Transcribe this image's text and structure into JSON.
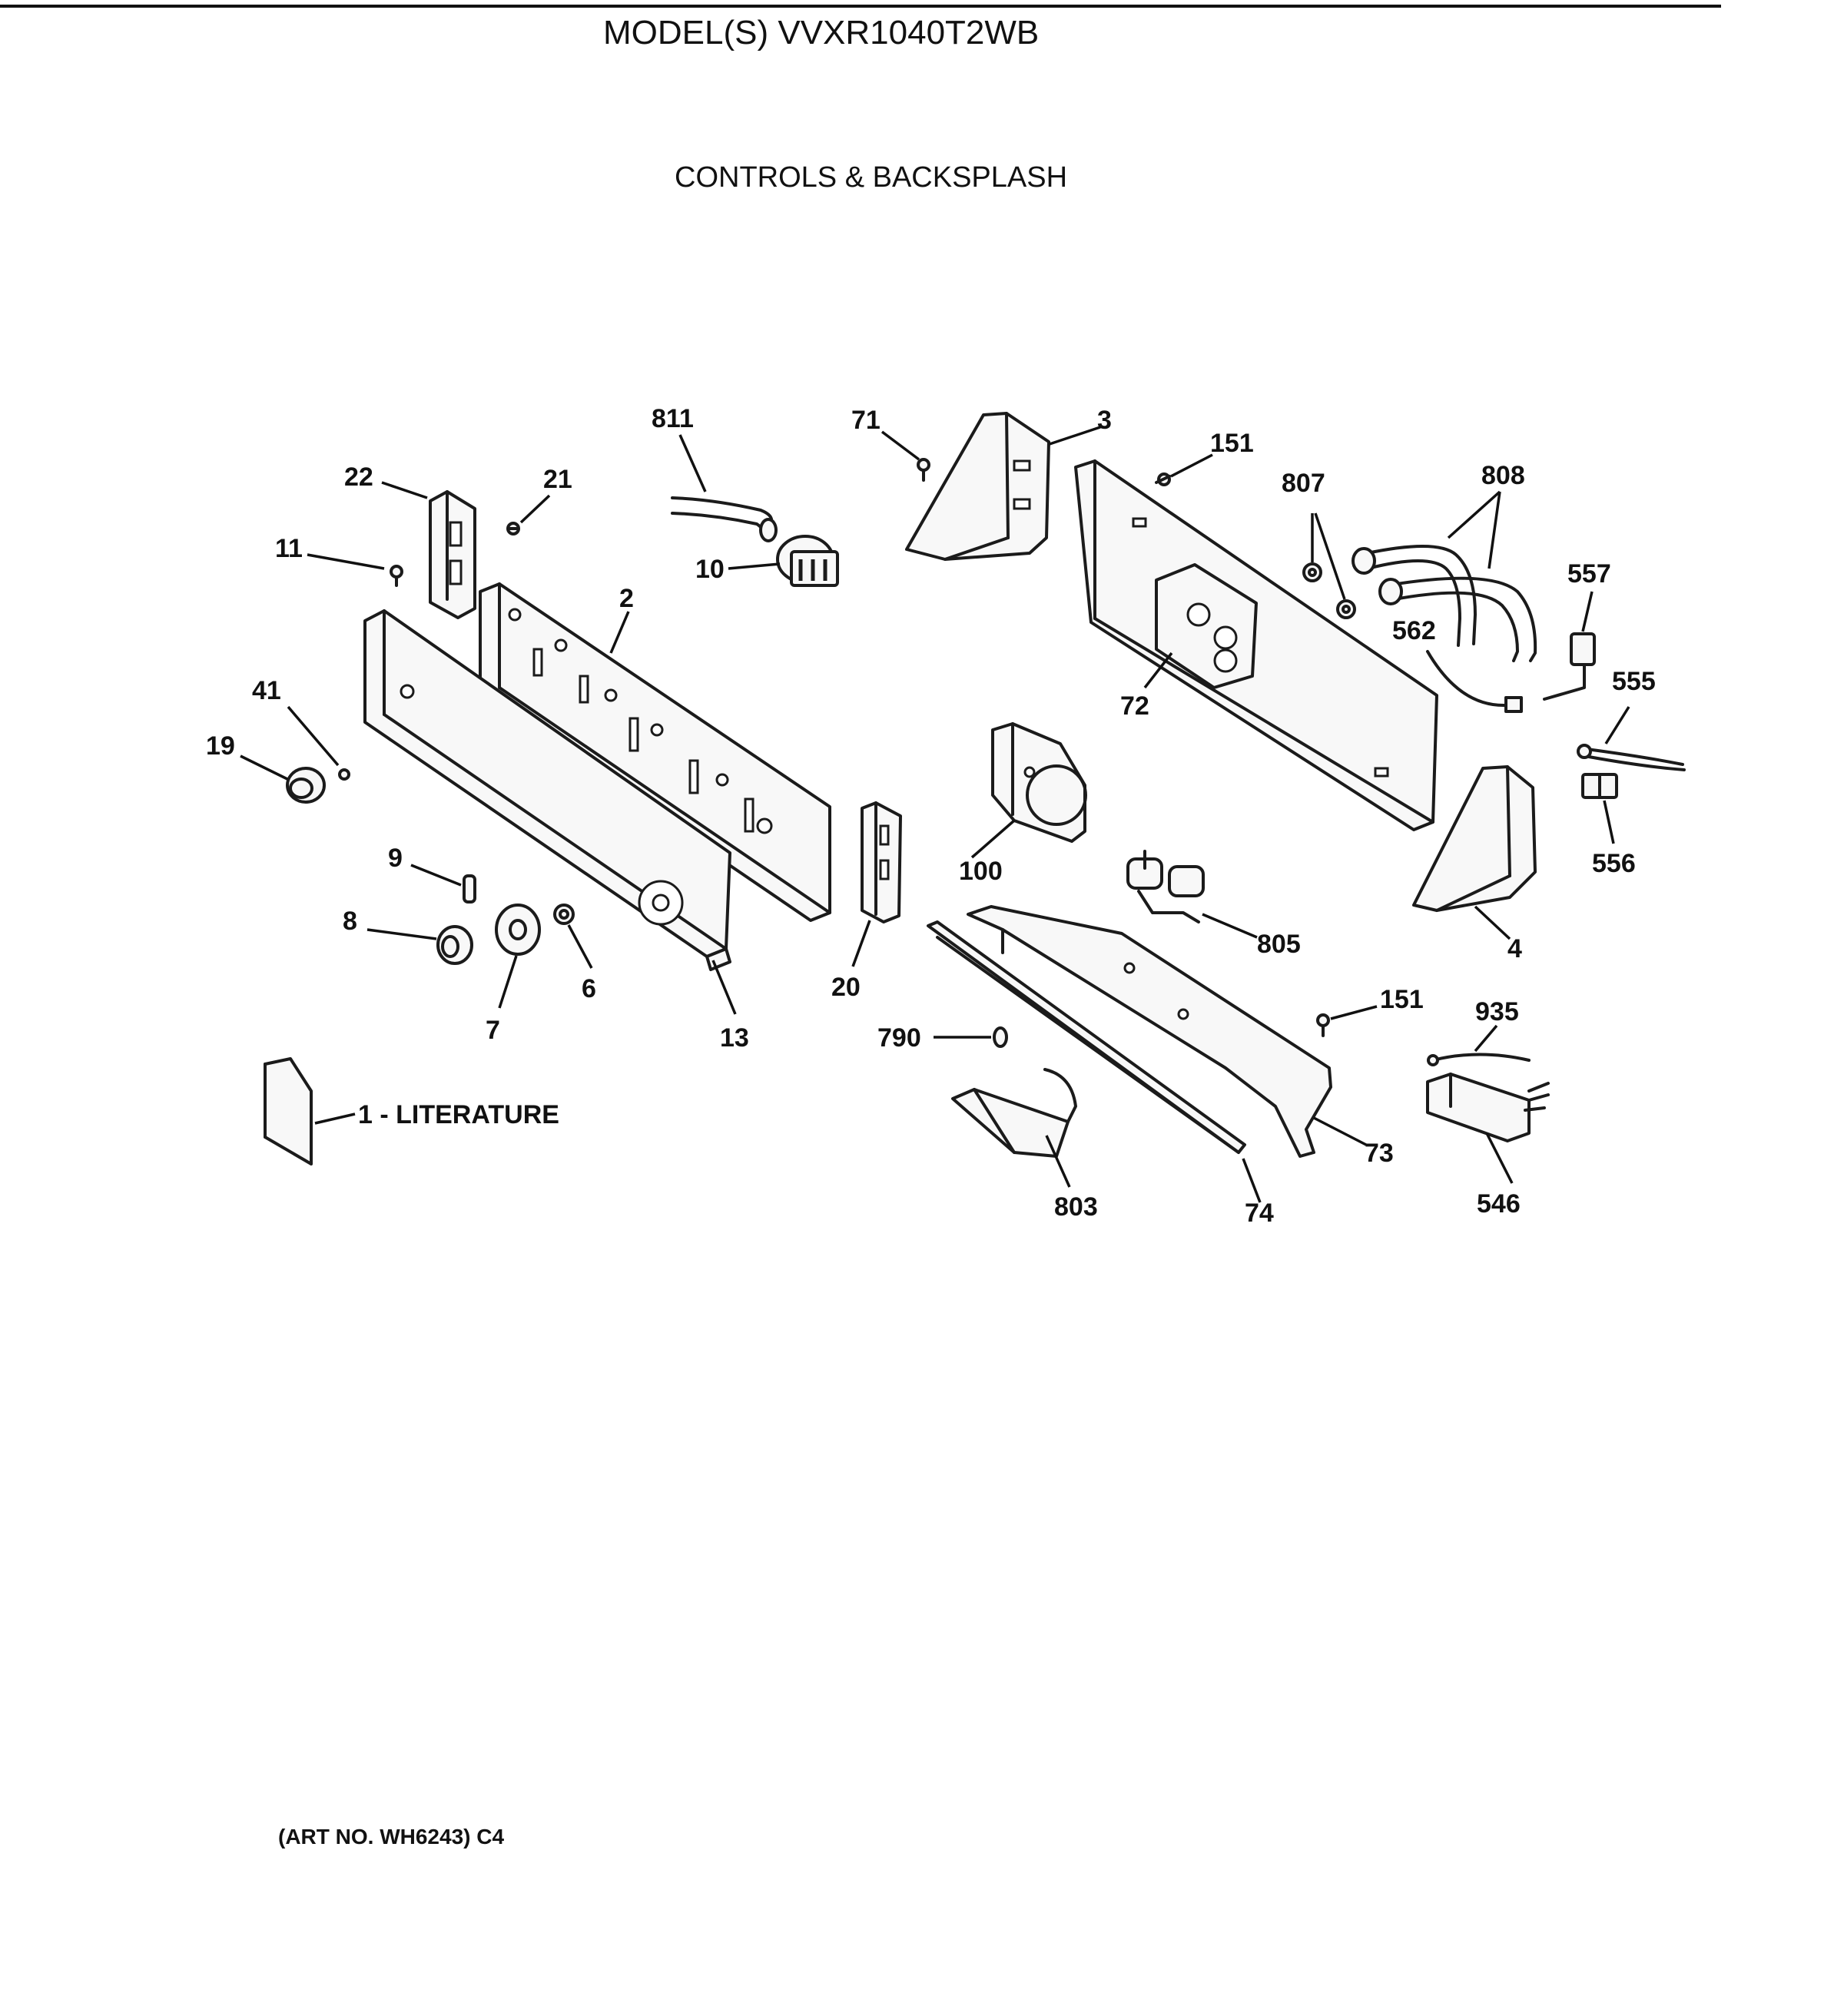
{
  "header": {
    "model": "MODEL(S) VVXR1040T2WB",
    "section": "CONTROLS & BACKSPLASH"
  },
  "footer": {
    "art_no": "(ART NO. WH6243) C4"
  },
  "literature": {
    "label": "1 - LITERATURE"
  },
  "callouts": {
    "c2": "2",
    "c3": "3",
    "c4": "4",
    "c6": "6",
    "c7": "7",
    "c8": "8",
    "c9": "9",
    "c10": "10",
    "c11": "11",
    "c13": "13",
    "c19": "19",
    "c20": "20",
    "c21": "21",
    "c22": "22",
    "c41": "41",
    "c71": "71",
    "c72": "72",
    "c73": "73",
    "c74": "74",
    "c100": "100",
    "c151a": "151",
    "c151b": "151",
    "c546": "546",
    "c555": "555",
    "c556": "556",
    "c557": "557",
    "c562": "562",
    "c790": "790",
    "c803": "803",
    "c805": "805",
    "c807": "807",
    "c808": "808",
    "c811": "811",
    "c935": "935"
  }
}
